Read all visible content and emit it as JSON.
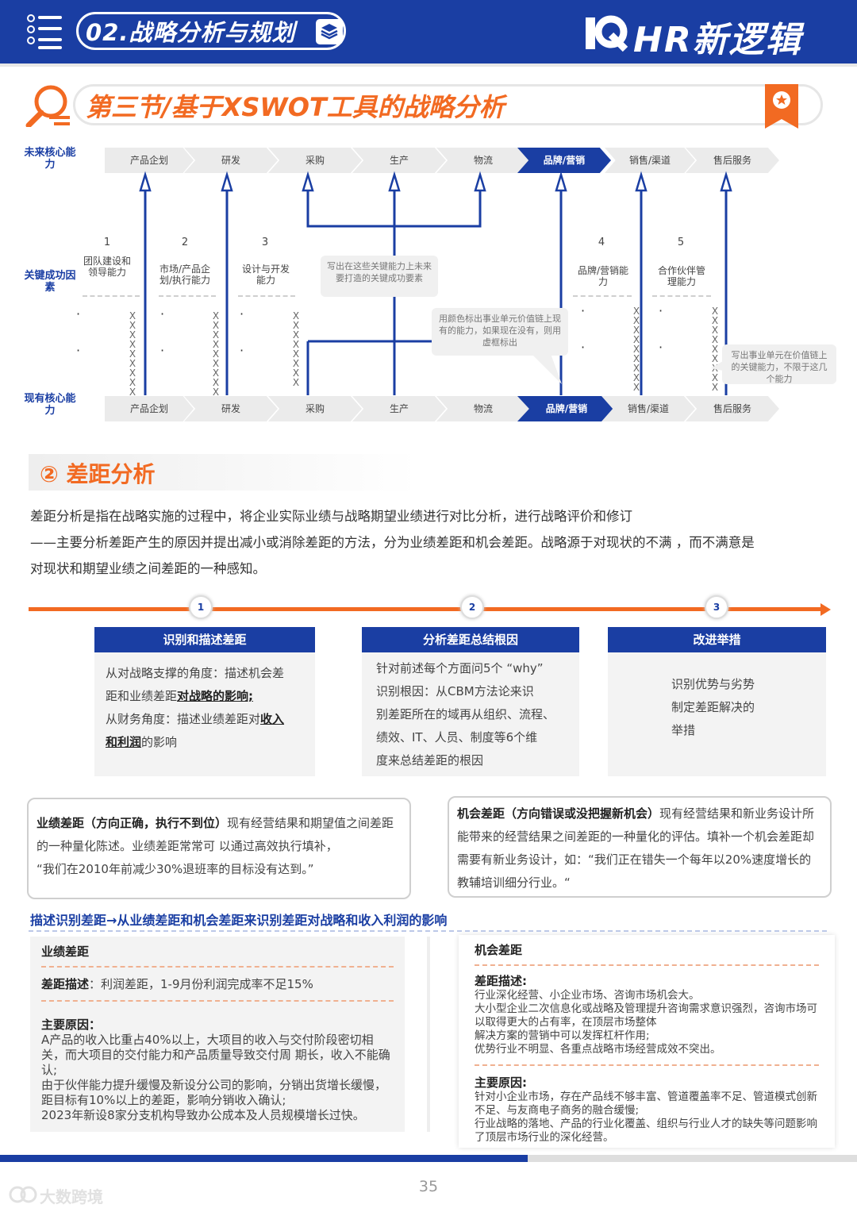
{
  "header": {
    "chapter": "02.战略分析与规划",
    "brand": "HR新逻辑"
  },
  "section": {
    "title": "第三节/基于XSWOT工具的战略分析"
  },
  "value_chain": {
    "row_labels": {
      "future": "未来核心能力",
      "key": "关键成功因素",
      "current": "现有核心能力"
    },
    "future_steps": [
      "产品企划",
      "研发",
      "采购",
      "生产",
      "物流",
      "品牌/营销",
      "销售/渠道",
      "售后服务"
    ],
    "current_steps": [
      "产品企划",
      "研发",
      "采购",
      "生产",
      "物流",
      "品牌/营销",
      "销售/渠道",
      "售后服务"
    ],
    "highlight_color": "#1a3ea3",
    "factors": [
      {
        "num": "1",
        "label": "团队建设和领导能力"
      },
      {
        "num": "2",
        "label": "市场/产品企划/执行能力"
      },
      {
        "num": "3",
        "label": "设计与开发能力"
      },
      {
        "num": "4",
        "label": "品牌/营销能力"
      },
      {
        "num": "5",
        "label": "合作伙伴管理能力"
      }
    ],
    "callouts": {
      "c1": "写出在这些关键能力上未来要打造的关键成功要素",
      "c2": "用颜色标出事业单元价值链上现有的能力，如果现在没有，则用虚框标出",
      "c3": "写出事业单元在价值链上的关键能力，不限于这几个能力"
    },
    "x_mark": "X",
    "dot_mark": "·"
  },
  "gap_analysis": {
    "heading": "② 差距分析",
    "paragraph": [
      "差距分析是指在战略实施的过程中，将企业实际业绩与战略期望业绩进行对比分析，进行战略评价和修订",
      "——主要分析差距产生的原因并提出减小或消除差距的方法，分为业绩差距和机会差距。战略源于对现状的不满 ，而不满意是",
      "对现状和期望业绩之间差距的一种感知。"
    ],
    "steps": [
      {
        "num": "1",
        "title": "识别和描述差距",
        "lines": [
          "从对战略支撑的角度：描述机会差",
          "距和业绩差距",
          "对战略的影响;",
          "从财务角度：描述业绩差距对",
          "收入",
          "和利润",
          "的影响"
        ]
      },
      {
        "num": "2",
        "title": "分析差距总结根因",
        "lines": [
          "针对前述每个方面问5个 “why”",
          "识别根因：从CBM方法论来识",
          "别差距所在的域再从组织、流程、",
          "绩效、IT、人员、制度等6个维",
          "度来总结差距的根因"
        ]
      },
      {
        "num": "3",
        "title": "改进举措",
        "lines": [
          "识别优势与劣势",
          "制定差距解决的举措"
        ]
      }
    ],
    "accent_color": "#f26a22",
    "performance_gap": {
      "title": "业绩差距（方向正确，执行不到位）",
      "text": "现有经营结果和期望值之间差距的一种量化陈述。业绩差距常常可 以通过高效执行填补，",
      "quote": "“我们在2010年前减少30%退班率的目标没有达到。”"
    },
    "opportunity_gap": {
      "title": "机会差距（方向错误或没把握新机会）",
      "text": "现有经营结果和新业务设计所能带来的经营结果之间差距的一种量化的评估。填补一个机会差距却需要有新业务设计，如：",
      "quote": "“我们正在错失一个每年以20%速度增长的教辅培训细分行业。“"
    }
  },
  "describe": {
    "title": "描述识别差距→从业绩差距和机会差距来识别差距对战略和收入利润的影响",
    "left": {
      "heading": "业绩差距",
      "desc_label": "差距描述",
      "desc": "：利润差距，1-9月份利润完成率不足15%",
      "reason_label": "主要原因：",
      "reasons": [
        "A产品的收入比重占40%以上，大项目的收入与交付阶段密切相关，而大项目的交付能力和产品质量导致交付周 期长，收入不能确认;",
        "由于伙伴能力提升缓慢及新设分公司的影响，分销出货增长缓慢，距目标有10%以上的差距，影响分销收入确认;",
        "2023年新设8家分支机构导致办公成本及人员规模增长过快。"
      ]
    },
    "right": {
      "heading": "机会差距",
      "desc_label": "差距描述",
      "desc": [
        "行业深化经营、小企业市场、咨询市场机会大。",
        "大小型企业二次信息化或战略及管理提升咨询需求意识强烈，咨询市场可以取得更大的占有率，在顶层市场整体",
        "解决方案的营销中可以发挥杠杆作用;",
        "优势行业不明显、各重点战略市场经营成效不突出。"
      ],
      "reason_label": "主要原因:",
      "reasons": [
        "针对小企业市场，存在产品线不够丰富、管道覆盖率不足、管道模式创新不足、与友商电子商务的融合缓慢;",
        "行业战略的落地、产品的行业化覆盖、组织与行业人才的缺失等问题影响了顶层市场行业的深化经营。"
      ]
    }
  },
  "footer": {
    "page": "35",
    "watermark": "大数跨境"
  }
}
